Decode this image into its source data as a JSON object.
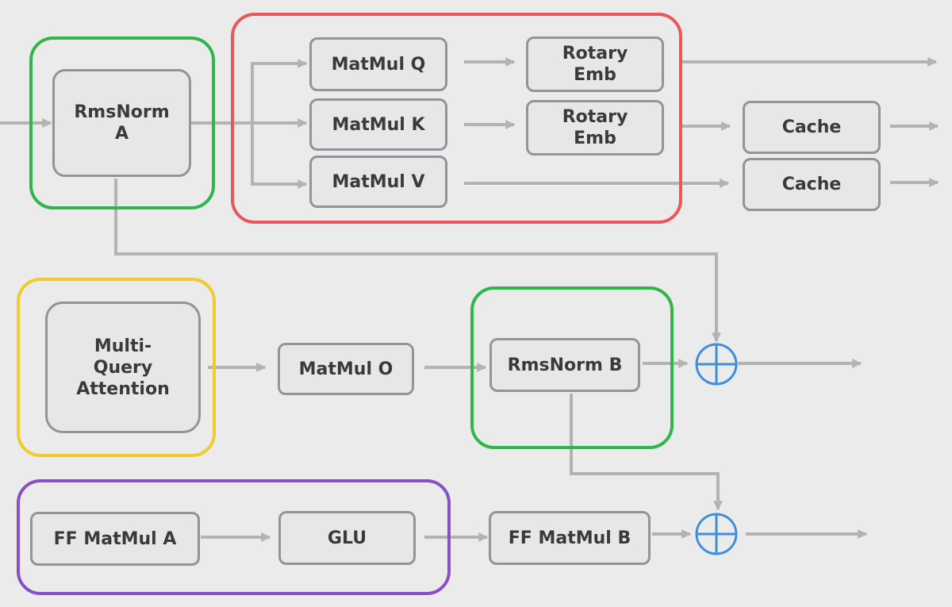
{
  "nodes": {
    "rmsnorm_a": "RmsNorm\nA",
    "matmul_q": "MatMul Q",
    "matmul_k": "MatMul K",
    "matmul_v": "MatMul V",
    "rotary_emb_q": "Rotary\nEmb",
    "rotary_emb_k": "Rotary\nEmb",
    "cache_k": "Cache",
    "cache_v": "Cache",
    "multi_query_attention": "Multi-\nQuery\nAttention",
    "matmul_o": "MatMul O",
    "rmsnorm_b": "RmsNorm B",
    "ff_matmul_a": "FF MatMul A",
    "glu": "GLU",
    "ff_matmul_b": "FF MatMul B"
  },
  "colors": {
    "group_norm": "#2fb54a",
    "group_qkv": "#e8575a",
    "group_attention": "#f2c92f",
    "group_feedforward": "#8a4fc4",
    "adder": "#3d8fdc",
    "wire": "#b3b3b3"
  },
  "icons": {
    "adder": "circle-plus-icon"
  }
}
